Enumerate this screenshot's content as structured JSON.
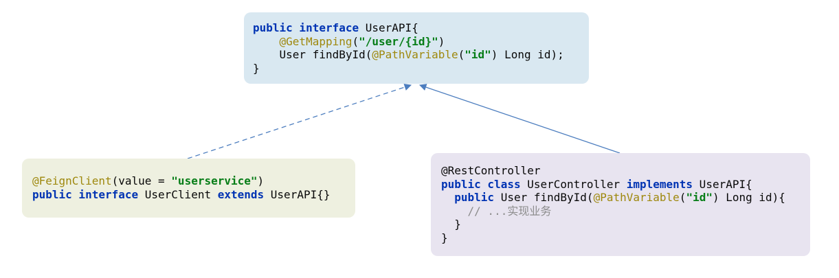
{
  "colors": {
    "page_bg": "#ffffff",
    "api_box_bg": "#d9e8f1",
    "client_box_bg": "#eef0e0",
    "controller_box_bg": "#e8e4f0",
    "arrow": "#4d7ebf",
    "keyword": "#0033b3",
    "annotation": "#9e880d",
    "string": "#067d17",
    "plain_text": "#080808",
    "comment": "#8c8c8c"
  },
  "boxes": {
    "user_api": {
      "name": "UserAPI interface",
      "lines": [
        [
          {
            "t": "kw",
            "s": "public interface"
          },
          {
            "t": "plain",
            "s": " UserAPI{"
          }
        ],
        [
          {
            "t": "plain",
            "s": "    "
          },
          {
            "t": "ann",
            "s": "@GetMapping"
          },
          {
            "t": "plain",
            "s": "("
          },
          {
            "t": "str",
            "s": "\"/user/{id}\""
          },
          {
            "t": "plain",
            "s": ")"
          }
        ],
        [
          {
            "t": "plain",
            "s": "    User findById("
          },
          {
            "t": "ann",
            "s": "@PathVariable"
          },
          {
            "t": "plain",
            "s": "("
          },
          {
            "t": "str",
            "s": "\"id\""
          },
          {
            "t": "plain",
            "s": ") Long id);"
          }
        ],
        [
          {
            "t": "plain",
            "s": "}"
          }
        ]
      ]
    },
    "user_client": {
      "name": "UserClient feign client",
      "lines": [
        [
          {
            "t": "ann",
            "s": "@FeignClient"
          },
          {
            "t": "plain",
            "s": "(value = "
          },
          {
            "t": "str",
            "s": "\"userservice\""
          },
          {
            "t": "plain",
            "s": ")"
          }
        ],
        [
          {
            "t": "kw",
            "s": "public interface"
          },
          {
            "t": "plain",
            "s": " UserClient "
          },
          {
            "t": "kw",
            "s": "extends"
          },
          {
            "t": "plain",
            "s": " UserAPI{}"
          }
        ]
      ]
    },
    "user_controller": {
      "name": "UserController rest controller",
      "lines": [
        [
          {
            "t": "plain",
            "s": "@RestController"
          }
        ],
        [
          {
            "t": "kw",
            "s": "public class"
          },
          {
            "t": "plain",
            "s": " UserController "
          },
          {
            "t": "kw",
            "s": "implements"
          },
          {
            "t": "plain",
            "s": " UserAPI{"
          }
        ],
        [
          {
            "t": "plain",
            "s": "  "
          },
          {
            "t": "kw",
            "s": "public"
          },
          {
            "t": "plain",
            "s": " User findById("
          },
          {
            "t": "ann",
            "s": "@PathVariable"
          },
          {
            "t": "plain",
            "s": "("
          },
          {
            "t": "str",
            "s": "\"id\""
          },
          {
            "t": "plain",
            "s": ") Long id){"
          }
        ],
        [
          {
            "t": "com",
            "s": "    // ...实现业务"
          }
        ],
        [
          {
            "t": "plain",
            "s": "  }"
          }
        ],
        [
          {
            "t": "plain",
            "s": "}"
          }
        ]
      ]
    }
  },
  "arrows": [
    {
      "from": "user_client",
      "to": "user_api",
      "style": "dashed"
    },
    {
      "from": "user_controller",
      "to": "user_api",
      "style": "solid"
    }
  ]
}
